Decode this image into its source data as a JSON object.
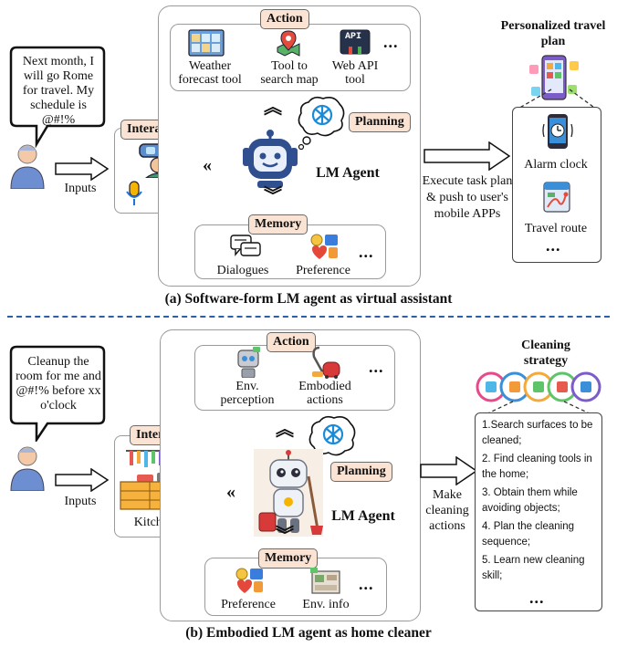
{
  "panel_a": {
    "speech": "Next month, I will go Rome for travel. My schedule is @#!%",
    "inputs": "Inputs",
    "interaction": "Interaction",
    "action": "Action",
    "action_items": [
      "Weather forecast tool",
      "Tool to search map",
      "Web API tool"
    ],
    "api_icon_text": "API",
    "planning": "Planning",
    "agent": "LM Agent",
    "memory": "Memory",
    "memory_items": [
      "Dialogues",
      "Preference"
    ],
    "execute": "Execute task plan & push to user's mobile APPs",
    "plan_title": "Personalized travel plan",
    "plan_items": [
      "Alarm clock",
      "Travel route"
    ],
    "ellipsis": "...",
    "caption": "(a) Software-form LM agent as virtual assistant"
  },
  "panel_b": {
    "speech": "Cleanup the room for me and @#!% before xx o'clock",
    "inputs": "Inputs",
    "interaction": "Interaction",
    "kitchen": "Kitchen env.",
    "action": "Action",
    "action_items": [
      "Env. perception",
      "Embodied actions"
    ],
    "planning": "Planning",
    "agent": "LM Agent",
    "memory": "Memory",
    "memory_items": [
      "Preference",
      "Env. info"
    ],
    "make": "Make cleaning actions",
    "strategy_title": "Cleaning strategy",
    "steps": [
      "1.Search surfaces to be cleaned;",
      "2. Find cleaning tools in the home;",
      "3. Obtain them while avoiding objects;",
      "4. Plan the cleaning sequence;",
      "5. Learn new cleaning skill;"
    ],
    "ellipsis": "...",
    "caption": "(b) Embodied LM agent as home cleaner"
  },
  "colors": {
    "tag_fill": "#fbe3d3",
    "border": "#9a9a9a",
    "robot_blue": "#2f4f8f",
    "divider": "#2b5fa8"
  }
}
